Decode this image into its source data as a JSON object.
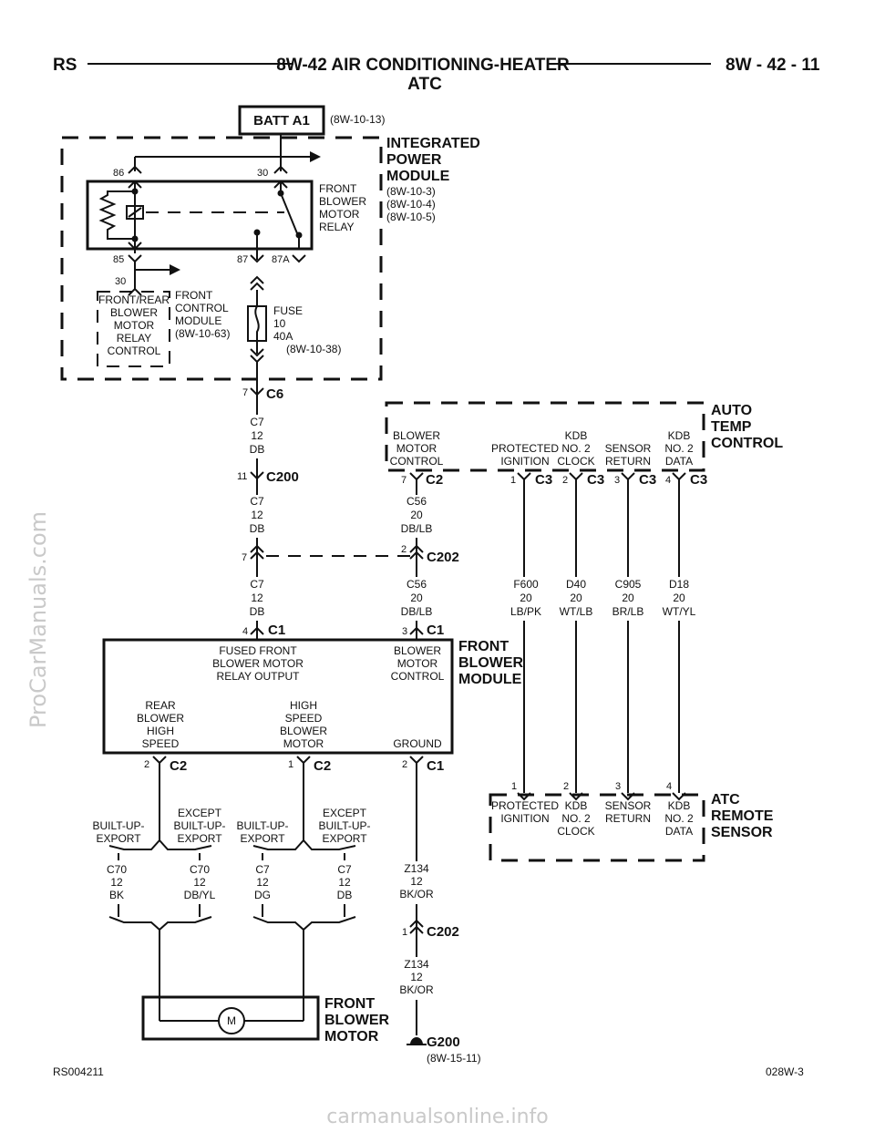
{
  "header": {
    "left": "RS",
    "title": "8W-42 AIR CONDITIONING-HEATER",
    "title2": "ATC",
    "right": "8W - 42 - 11"
  },
  "batt": {
    "label": "BATT A1",
    "ref": "(8W-10-13)"
  },
  "ipm": {
    "title": [
      "INTEGRATED",
      "POWER",
      "MODULE"
    ],
    "refs": [
      "(8W-10-3)",
      "(8W-10-4)",
      "(8W-10-5)"
    ],
    "relay_label": [
      "FRONT",
      "BLOWER",
      "MOTOR",
      "RELAY"
    ],
    "pins": {
      "p86": "86",
      "p30": "30",
      "p85": "85",
      "p87": "87",
      "p87a": "87A",
      "p30b": "30"
    },
    "fuse_label": [
      "FUSE",
      "10",
      "40A",
      "(8W-10-38)"
    ]
  },
  "fcm": {
    "box": [
      "FRONT/REAR",
      "BLOWER",
      "MOTOR",
      "RELAY",
      "CONTROL"
    ],
    "label": [
      "FRONT",
      "CONTROL",
      "MODULE",
      "(8W-10-63)"
    ]
  },
  "connectors": {
    "c6": {
      "pin": "7",
      "name": "C6"
    },
    "c200": {
      "pin": "11",
      "name": "C200"
    },
    "c202a": {
      "pin_left": "7",
      "pin_right": "2",
      "name": "C202"
    },
    "atc_c2": {
      "pin": "7",
      "name": "C2"
    },
    "atc_c3": [
      {
        "pin": "1",
        "name": "C3"
      },
      {
        "pin": "2",
        "name": "C3"
      },
      {
        "pin": "3",
        "name": "C3"
      },
      {
        "pin": "4",
        "name": "C3"
      }
    ],
    "fbm_c1a": {
      "pin": "4",
      "name": "C1"
    },
    "fbm_c1b": {
      "pin": "3",
      "name": "C1"
    },
    "fbm_c2a": {
      "pin": "2",
      "name": "C2"
    },
    "fbm_c2b": {
      "pin": "1",
      "name": "C2"
    },
    "fbm_c1c": {
      "pin": "2",
      "name": "C1"
    },
    "c202b": {
      "pin": "1",
      "name": "C202"
    }
  },
  "wires": {
    "c7_a": [
      "C7",
      "12",
      "DB"
    ],
    "c7_b": [
      "C7",
      "12",
      "DB"
    ],
    "c7_c": [
      "C7",
      "12",
      "DB"
    ],
    "c56_a": [
      "C56",
      "20",
      "DB/LB"
    ],
    "c56_b": [
      "C56",
      "20",
      "DB/LB"
    ],
    "f600": [
      "F600",
      "20",
      "LB/PK"
    ],
    "d40": [
      "D40",
      "20",
      "WT/LB"
    ],
    "c905": [
      "C905",
      "20",
      "BR/LB"
    ],
    "d18": [
      "D18",
      "20",
      "WT/YL"
    ],
    "c70_bk": [
      "C70",
      "12",
      "BK"
    ],
    "c70_dbyl": [
      "C70",
      "12",
      "DB/YL"
    ],
    "c7_dg": [
      "C7",
      "12",
      "DG"
    ],
    "c7_db": [
      "C7",
      "12",
      "DB"
    ],
    "z134_a": [
      "Z134",
      "12",
      "BK/OR"
    ],
    "z134_b": [
      "Z134",
      "12",
      "BK/OR"
    ]
  },
  "atc": {
    "title": [
      "AUTO",
      "TEMP",
      "CONTROL"
    ],
    "blower": [
      "BLOWER",
      "MOTOR",
      "CONTROL"
    ],
    "prot": [
      "PROTECTED",
      "IGNITION"
    ],
    "kdb_clock": [
      "KDB",
      "NO. 2",
      "CLOCK"
    ],
    "sensor": [
      "SENSOR",
      "RETURN"
    ],
    "kdb_data": [
      "KDB",
      "NO. 2",
      "DATA"
    ]
  },
  "fbm": {
    "title": [
      "FRONT",
      "BLOWER",
      "MODULE"
    ],
    "fused": [
      "FUSED FRONT",
      "BLOWER MOTOR",
      "RELAY OUTPUT"
    ],
    "bmc": [
      "BLOWER",
      "MOTOR",
      "CONTROL"
    ],
    "rear": [
      "REAR",
      "BLOWER",
      "HIGH",
      "SPEED"
    ],
    "high": [
      "HIGH",
      "SPEED",
      "BLOWER",
      "MOTOR"
    ],
    "ground": "GROUND"
  },
  "options": {
    "bu1": [
      "BUILT-UP-",
      "EXPORT"
    ],
    "ex1": [
      "EXCEPT",
      "BUILT-UP-",
      "EXPORT"
    ],
    "bu2": [
      "BUILT-UP-",
      "EXPORT"
    ],
    "ex2": [
      "EXCEPT",
      "BUILT-UP-",
      "EXPORT"
    ]
  },
  "ars": {
    "title": [
      "ATC",
      "REMOTE",
      "SENSOR"
    ],
    "pins": [
      "1",
      "2",
      "3",
      "4"
    ],
    "prot": [
      "PROTECTED",
      "IGNITION"
    ],
    "kdb_clock": [
      "KDB",
      "NO. 2",
      "CLOCK"
    ],
    "sensor": [
      "SENSOR",
      "RETURN"
    ],
    "kdb_data": [
      "KDB",
      "NO. 2",
      "DATA"
    ]
  },
  "motor": {
    "title": [
      "FRONT",
      "BLOWER",
      "MOTOR"
    ],
    "symbol": "M"
  },
  "ground": {
    "name": "G200",
    "ref": "(8W-15-11)"
  },
  "footer": {
    "left": "RS004211",
    "right": "028W-3"
  },
  "watermarks": {
    "side": "ProCarManuals.com",
    "bottom": "carmanualsonline.info"
  }
}
